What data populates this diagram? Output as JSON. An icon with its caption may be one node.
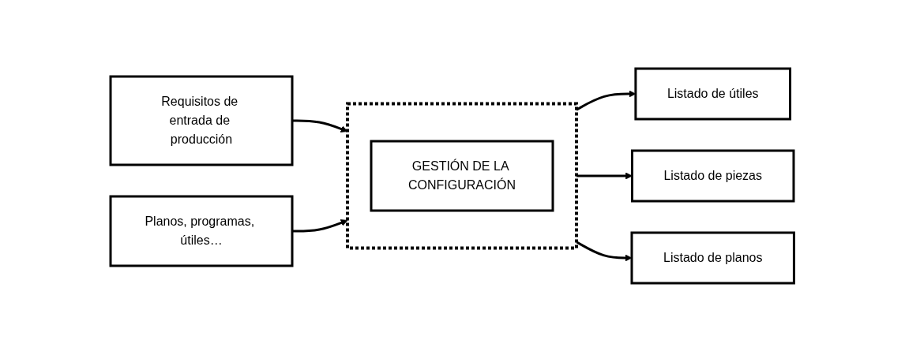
{
  "diagram": {
    "nodes": [
      {
        "text": [
          "Requisitos de entrada de producción"
        ]
      },
      {
        "text": [
          "Planos, programas, útiles…"
        ]
      },
      {
        "text": [],
        "shape": "box"
      },
      {
        "text": [
          "GESTIÓN DE LA CONFIGURACIÓN"
        ],
        "in": 2
      },
      {
        "text": [
          "Listado de útiles"
        ]
      },
      {
        "text": [
          "Listado de piezas"
        ]
      },
      {
        "text": [
          "Listado de planos"
        ]
      }
    ],
    "edges": [
      {
        "from": 0,
        "to": 2,
        "arrow": "to"
      },
      {
        "from": 1,
        "to": 2,
        "arrow": "to"
      },
      {
        "from": 2,
        "to": 4,
        "arrow": "to"
      },
      {
        "from": 2,
        "to": 5,
        "arrow": "to"
      },
      {
        "from": 2,
        "to": 6,
        "arrow": "to"
      }
    ]
  }
}
